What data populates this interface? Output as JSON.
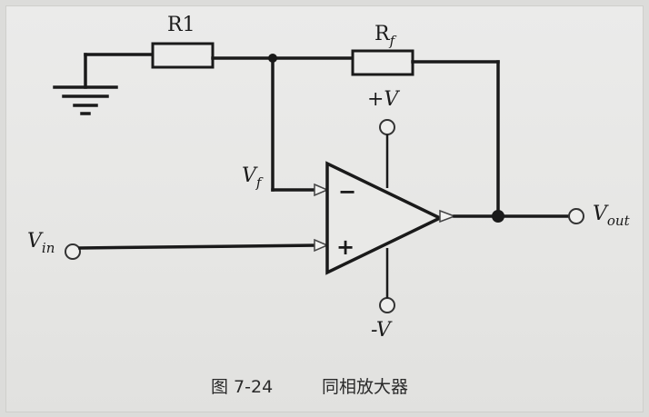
{
  "labels": {
    "r1": "R1",
    "rf_base": "R",
    "rf_sub": "f",
    "vplus": "+V",
    "vminus": "-V",
    "vf_base": "V",
    "vf_sub": "f",
    "vin_base": "V",
    "vin_sub": "in",
    "vout_base": "V",
    "vout_sub": "out",
    "inv_sign": "−",
    "noninv_sign": "+"
  },
  "caption": {
    "figure": "图 7-24",
    "title": "同相放大器"
  }
}
